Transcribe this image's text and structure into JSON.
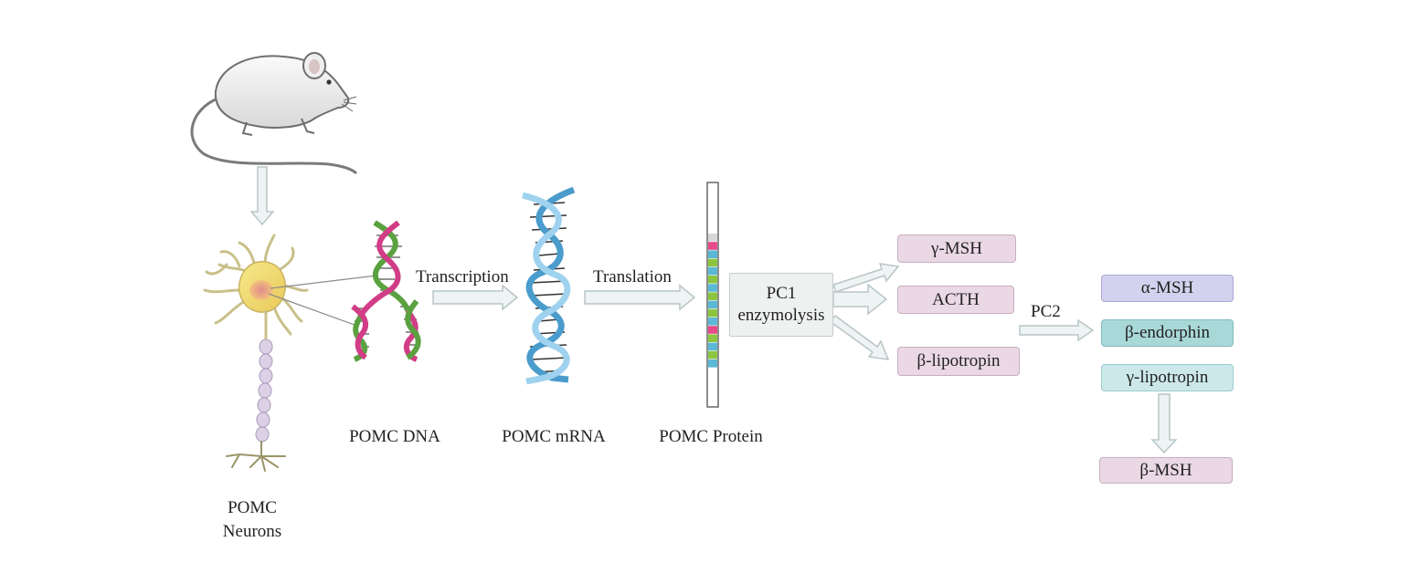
{
  "labels": {
    "transcription": "Transcription",
    "translation": "Translation",
    "pc2": "PC2",
    "pomc_dna": "POMC DNA",
    "pomc_mrna": "POMC mRNA",
    "pomc_protein": "POMC Protein",
    "neurons_line1": "POMC",
    "neurons_line2": "Neurons"
  },
  "pc1_box": {
    "line1": "PC1",
    "line2": "enzymolysis"
  },
  "pc1_products": {
    "gamma_msh": "γ-MSH",
    "acth": "ACTH",
    "beta_lipotropin": "β-lipotropin"
  },
  "pc2_products": {
    "alpha_msh": "α-MSH",
    "beta_endorphin": "β-endorphin",
    "gamma_lipotropin": "γ-lipotropin",
    "beta_msh": "β-MSH"
  },
  "colors": {
    "arrow_fill": "#eef3f3",
    "arrow_stroke": "#b8c6c6",
    "pink_box": "#ead8e5",
    "lavender_box": "#d3d2ee",
    "teal_box": "#a9d8d9",
    "light_teal_box": "#cce8ea",
    "dna_green": "#5aa13f",
    "dna_magenta": "#d13d86",
    "mrna_blue": "#4a9ccc"
  },
  "protein_segments": [
    "#d6d6d6",
    "#e84a8a",
    "#5bb8d6",
    "#8cc63f",
    "#5bb8d6",
    "#8cc63f",
    "#5bb8d6",
    "#8cc63f",
    "#5bb8d6",
    "#8cc63f",
    "#5bb8d6",
    "#e84a8a",
    "#8cc63f",
    "#5bb8d6",
    "#8cc63f",
    "#5bb8d6"
  ]
}
